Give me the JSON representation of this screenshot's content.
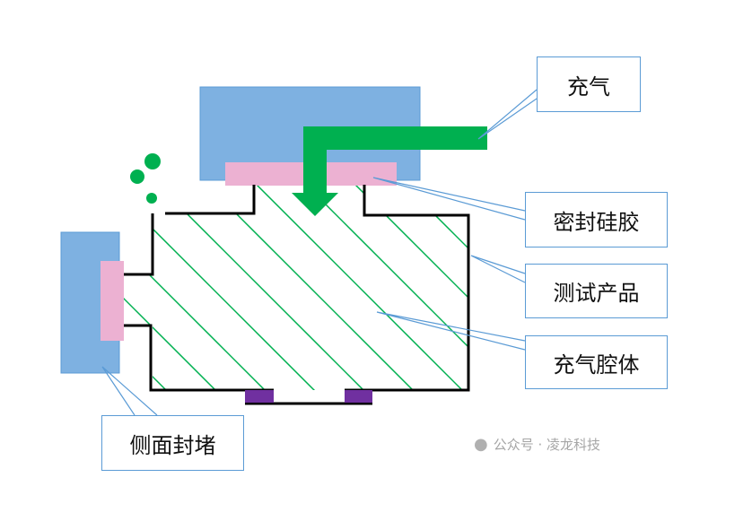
{
  "labels": {
    "inflate": "充气",
    "seal": "密封硅胶",
    "product": "测试产品",
    "chamber": "充气腔体",
    "side_seal": "侧面封堵"
  },
  "watermark": "公众号 · 凌龙科技",
  "colors": {
    "block": "#7eb1e1",
    "pink": "#ecb1d2",
    "green": "#00b050",
    "purple": "#7030a0",
    "callout": "#5b9bd5"
  }
}
